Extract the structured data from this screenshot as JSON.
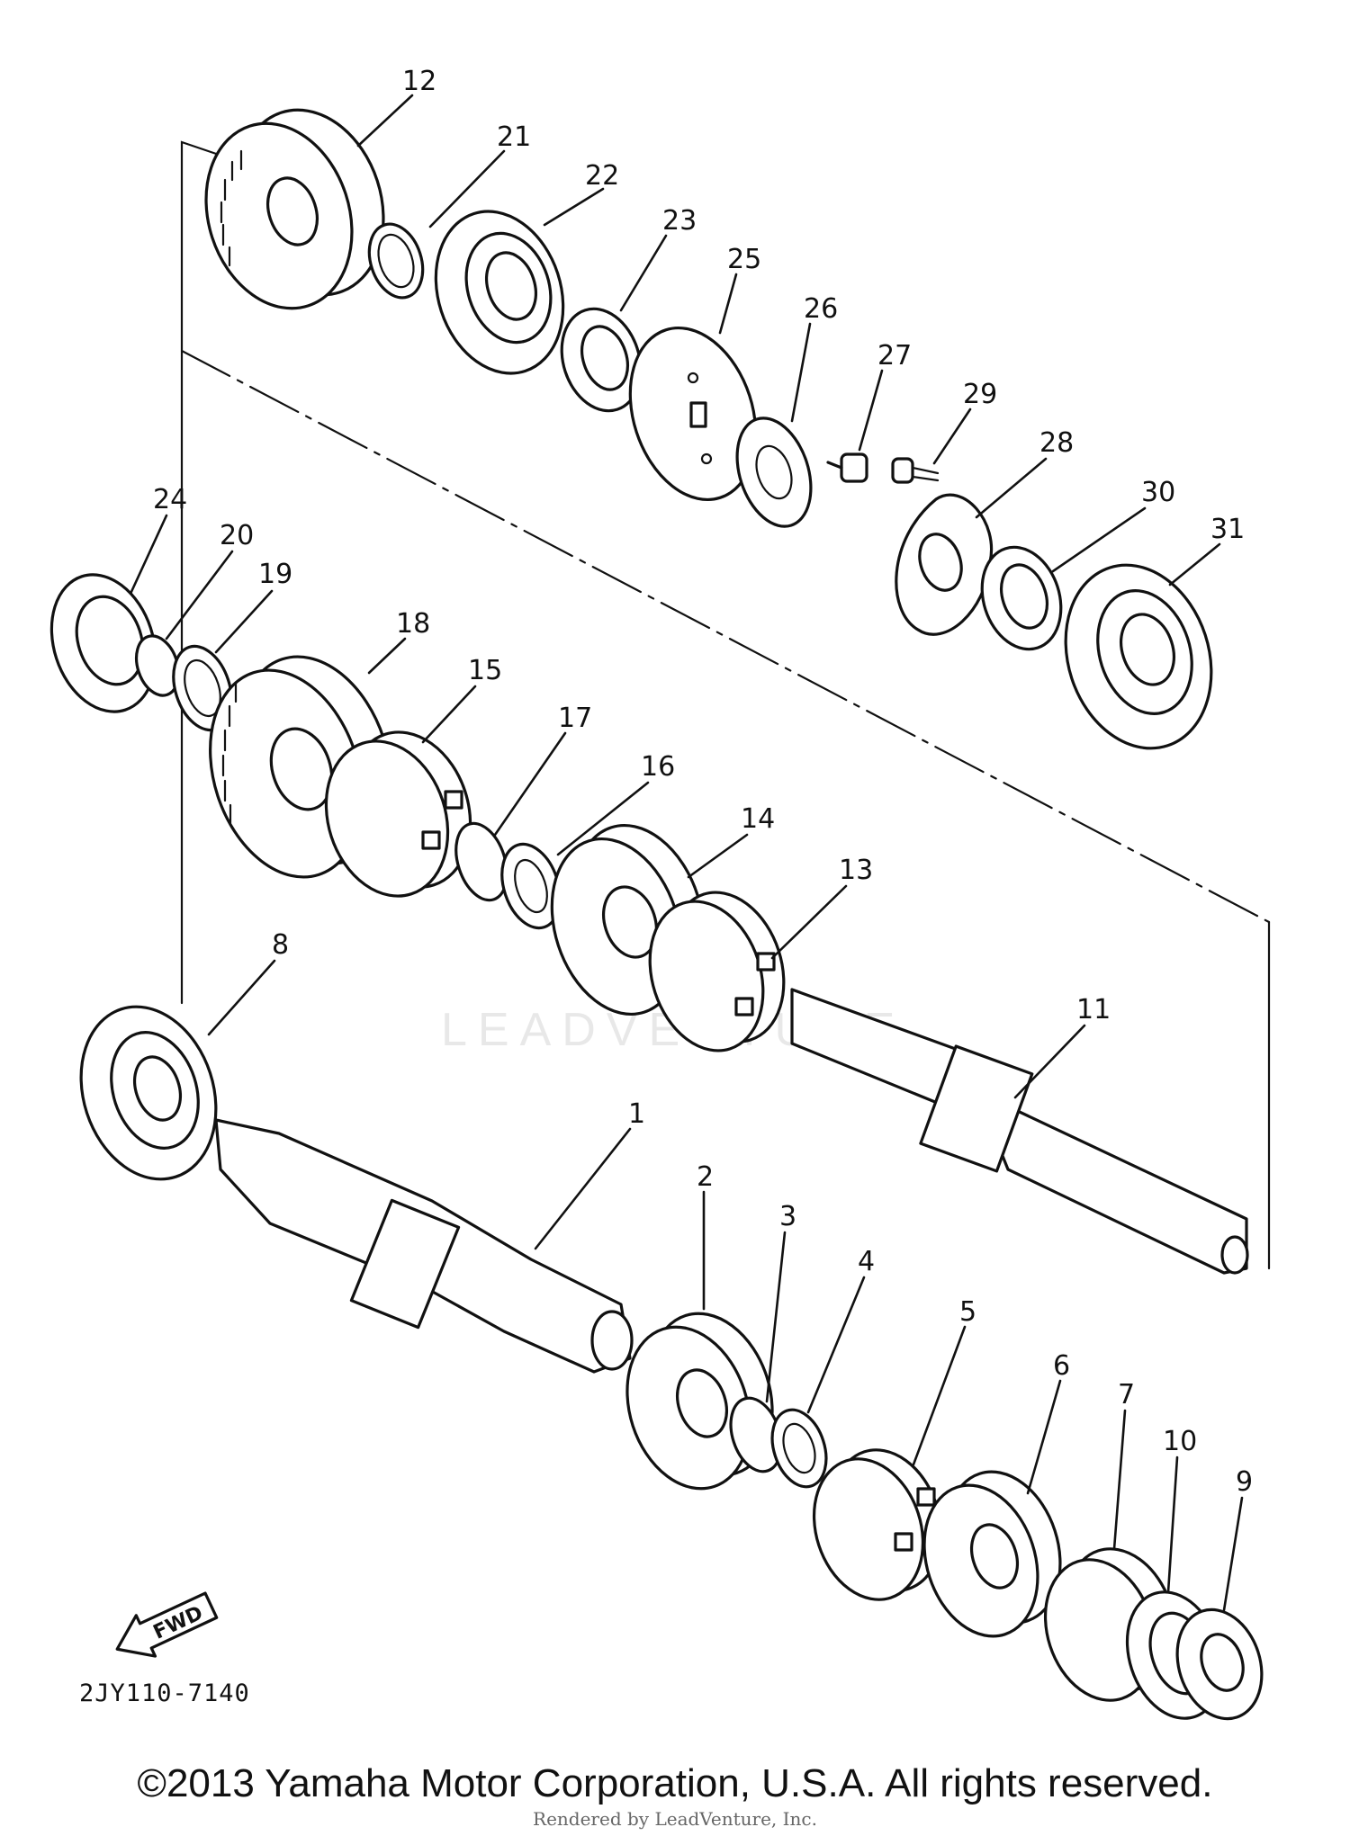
{
  "diagram": {
    "type": "exploded-parts-diagram",
    "part_code": "2JY110-7140",
    "fwd_label": "FWD",
    "watermark": "LEADVENTURE",
    "copyright": "©2013 Yamaha Motor Corporation, U.S.A. All rights reserved.",
    "rendered_by": "Rendered by LeadVenture, Inc.",
    "callouts": [
      "1",
      "2",
      "3",
      "4",
      "5",
      "6",
      "7",
      "8",
      "9",
      "10",
      "11",
      "12",
      "13",
      "14",
      "15",
      "16",
      "17",
      "18",
      "19",
      "20",
      "21",
      "22",
      "23",
      "24",
      "25",
      "26",
      "27",
      "28",
      "29",
      "30",
      "31"
    ]
  }
}
